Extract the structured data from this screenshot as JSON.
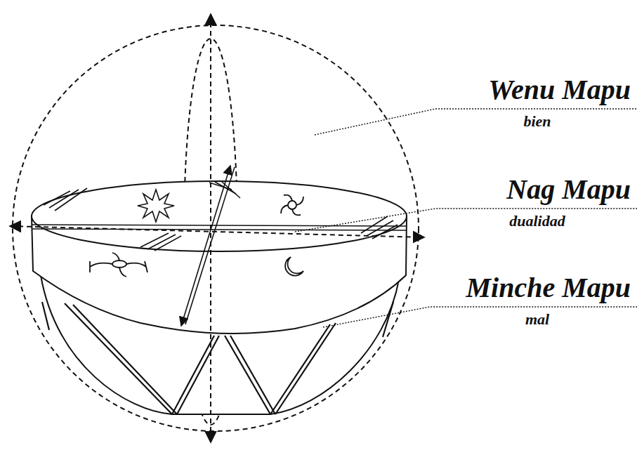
{
  "diagram": {
    "labels": [
      "Wenu Mapu",
      "bien",
      "Nag Mapu",
      "dualidad",
      "Minche Mapu",
      "mal"
    ]
  }
}
